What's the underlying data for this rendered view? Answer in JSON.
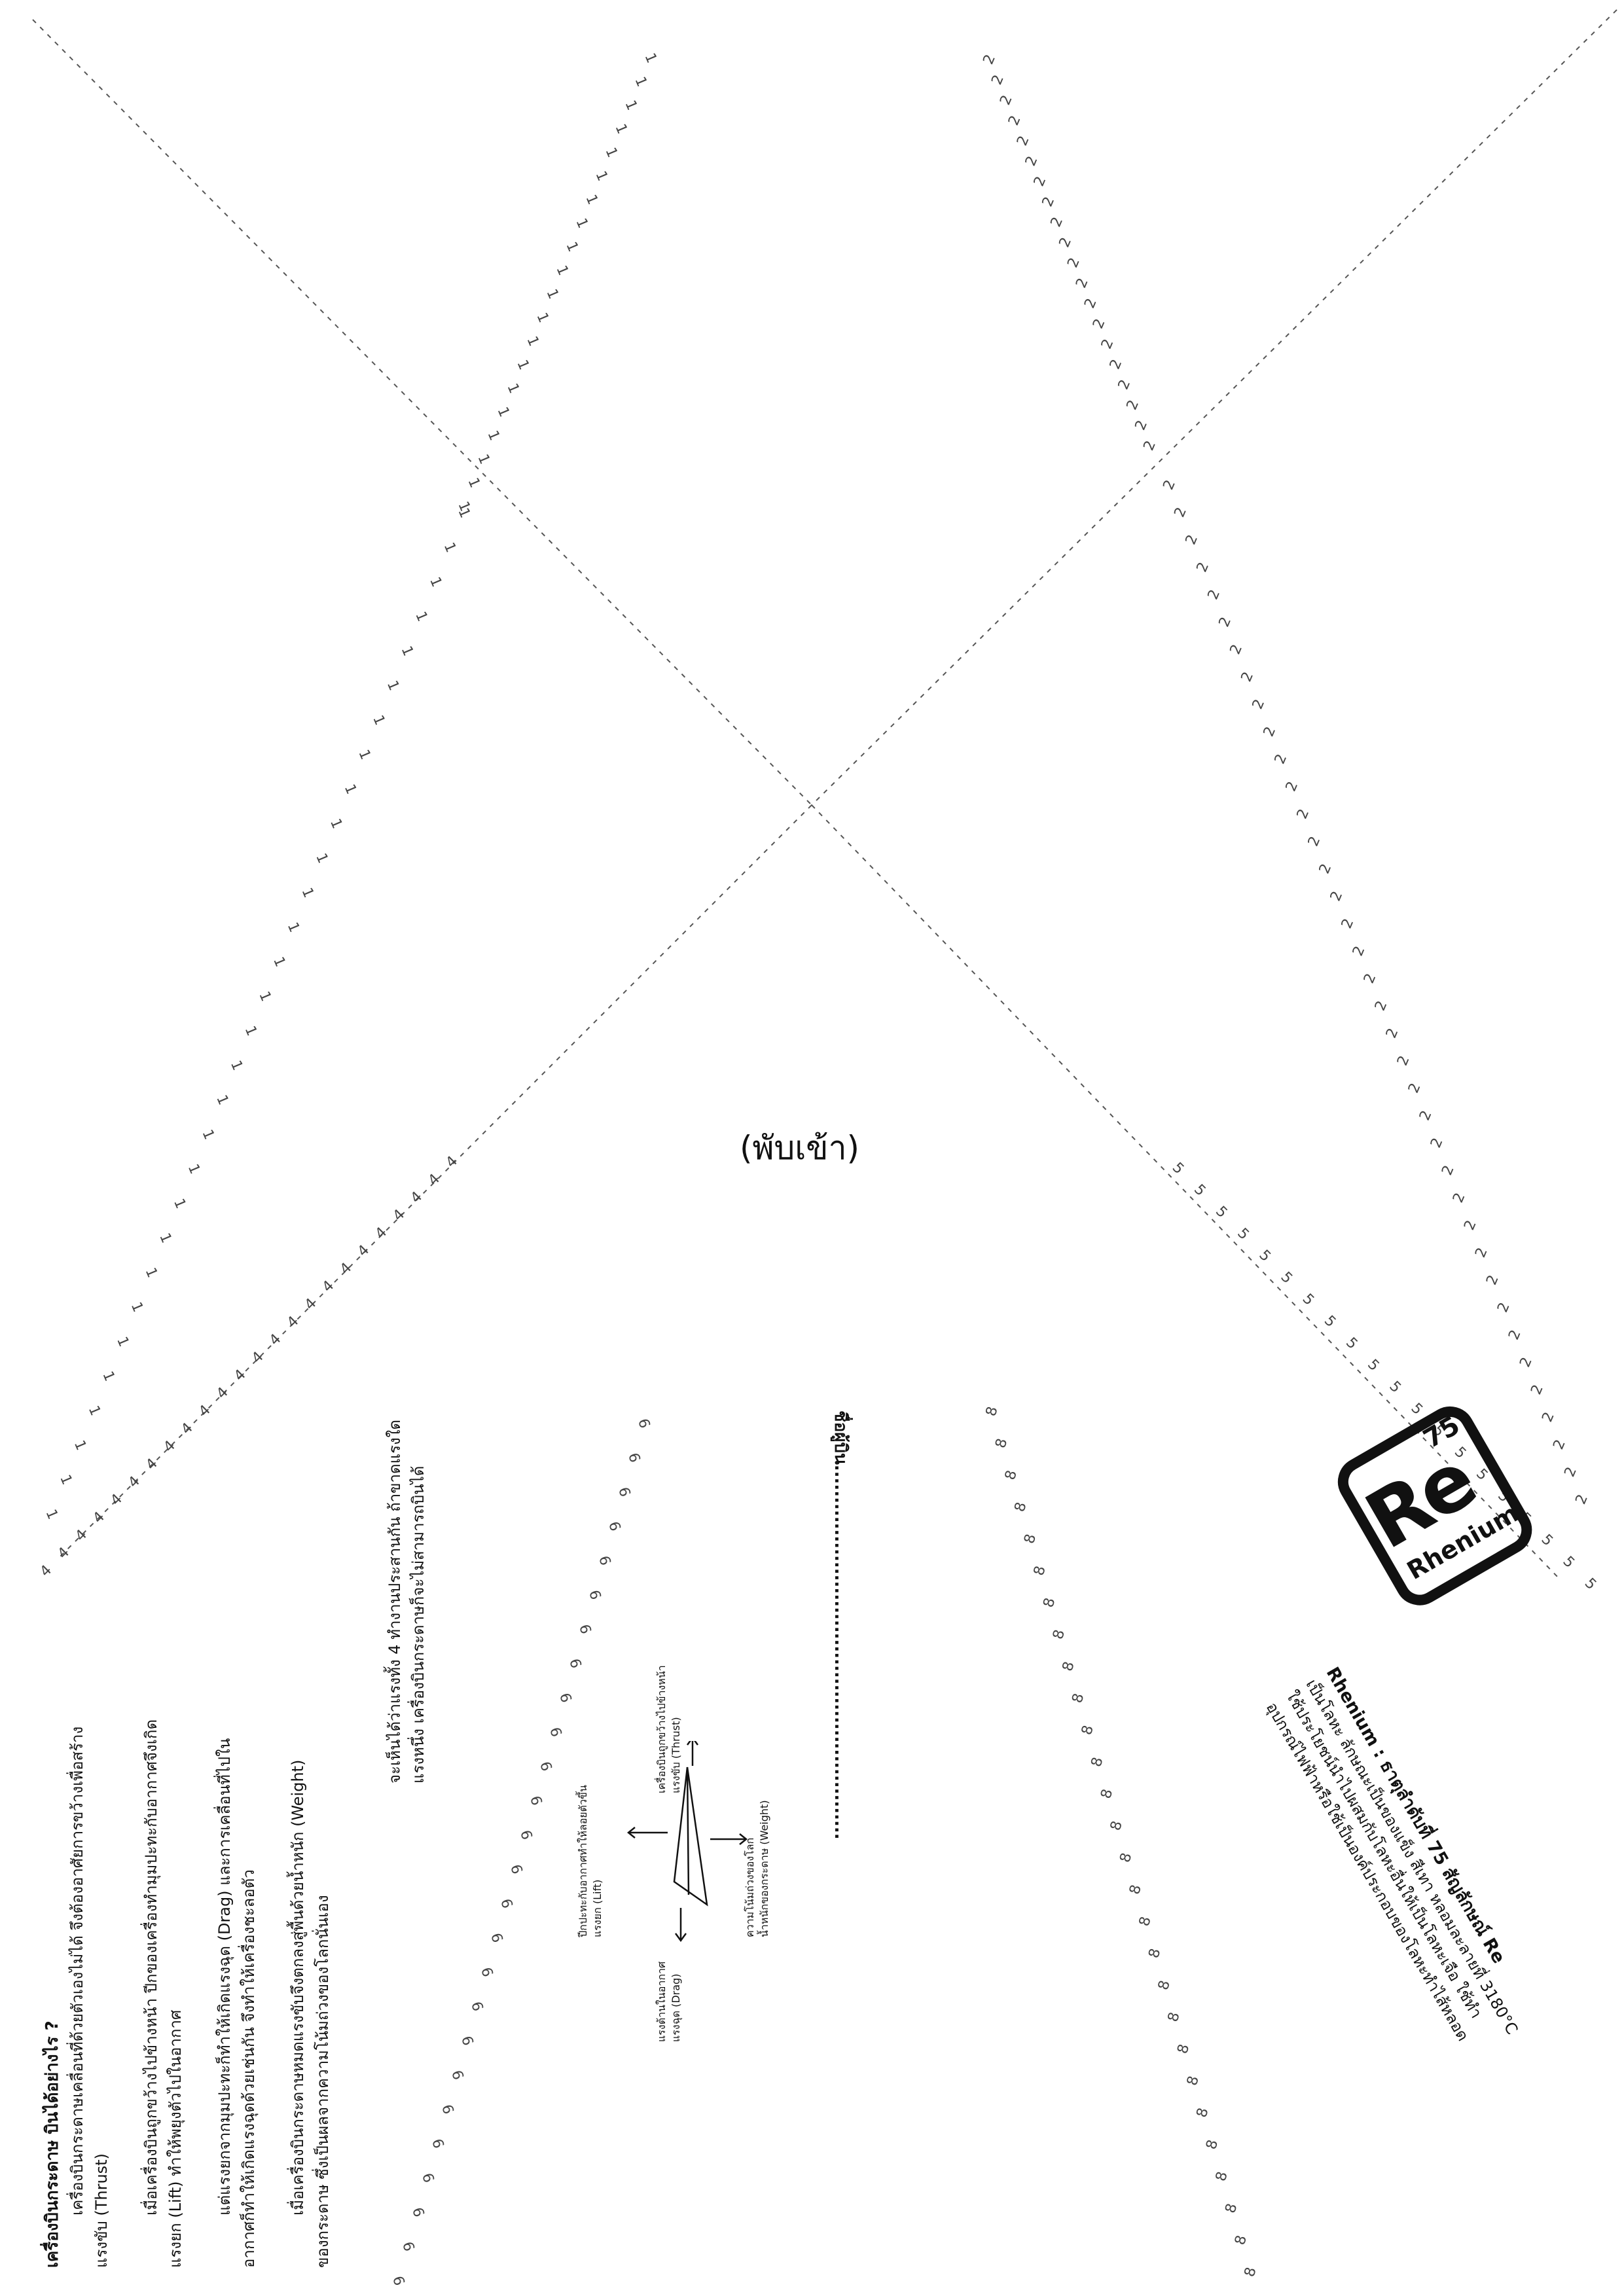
{
  "fold_label": "(พับเข้า)",
  "fold_numbers": {
    "one": "1",
    "two": "2",
    "four": "4",
    "five": "5",
    "six": "6",
    "eight": "8"
  },
  "article": {
    "title": "เครื่องบินกระดาษ บินได้อย่างไร ?",
    "lines": [
      "เครื่องบินกระดาษเคลื่อนที่ด้วยตัวเองไม่ได้ จึงต้องอาศัยการขว้างเพื่อสร้าง",
      "แรงขับ (Thrust)",
      "เมื่อเครื่องบินถูกขว้างไปข้างหน้า ปีกของเครื่องทำมุมปะทะกับอากาศจึงเกิด",
      "แรงยก (Lift) ทำให้พยุงตัวไปในอากาศ",
      "แต่แรงยกจากมุมปะทะก็ทำให้เกิดแรงฉุด (Drag) และการเคลื่อนที่ไปใน",
      "อากาศก็ทำให้เกิดแรงฉุดด้วยเช่นกัน จึงทำให้เครื่องชะลอตัว",
      "เมื่อเครื่องบินกระดาษหมดแรงขับจึงตกลงสู่พื้นด้วยน้ำหนัก (Weight)",
      "ของกระดาษ ซึ่งเป็นผลจากความโน้มถ่วงของโลกนั่นเอง"
    ],
    "summary": [
      "จะเห็นได้ว่าแรงทั้ง 4 ทำงานประสานกัน ถ้าขาดแรงใด",
      "แรงหนึ่ง เครื่องบินกระดาษก็จะไม่สามารถบินได้"
    ]
  },
  "diagram": {
    "lift": [
      "ปีกปะทะกับอากาศทำให้ลอยตัวขึ้น",
      "แรงยก (Lift)"
    ],
    "thrust": [
      "เครื่องบินถูกขว้างไปข้างหน้า",
      "แรงขับ (Thrust)"
    ],
    "drag": [
      "แรงต้านในอากาศ",
      "แรงฉุด (Drag)"
    ],
    "weight": [
      "ความโน้มถ่วงของโลก",
      "น้ำหนักของกระดาษ (Weight)"
    ]
  },
  "name_field": "ชื่อผู้บิน..........................................................",
  "element": {
    "number": "75",
    "symbol": "Re",
    "name": "Rhenium",
    "heading": "Rhenium : ธาตุลำดับที่ 75 สัญลักษณ์ Re",
    "lines": [
      "เป็นโลหะ ลักษณะเป็นของแข็ง สีเทา หลอมละลายที่ 3180°C",
      "ใช้ประโยชน์นำไปผสมกับโลหะอื่นให้เป็นโลหะเจือ ใช้ทำ",
      "อุปกรณ์ไฟฟ้าหรือใช้เป็นองค์ประกอบของโลหะทำไส้หลอด"
    ]
  }
}
